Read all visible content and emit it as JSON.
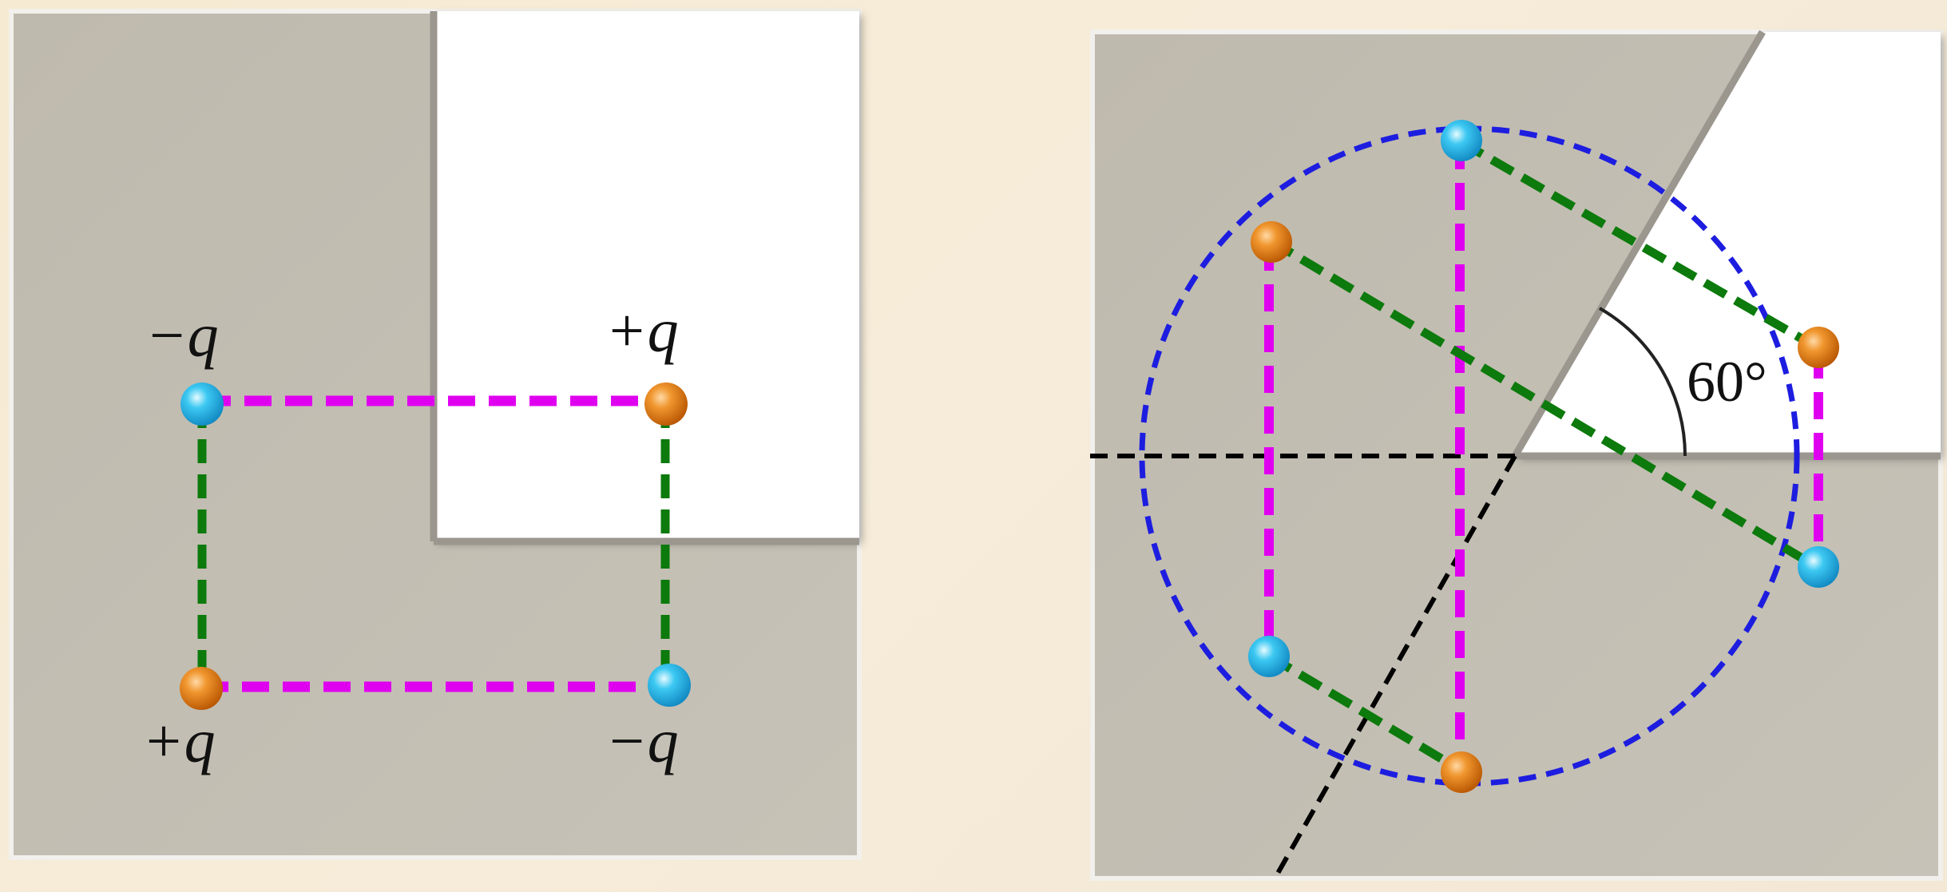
{
  "colors": {
    "background": "#f6ecd9",
    "grounded_plate": "#c2bdb1",
    "open_region": "#ffffff",
    "positive_charge": "#e07a10",
    "negative_charge": "#29b6e8",
    "magenta_link": "#e000f0",
    "green_link": "#0c7a0c",
    "circle": "#1d1de0",
    "axis_line": "#000000"
  },
  "left_panel": {
    "description_free": true,
    "charges": [
      {
        "id": "top-left",
        "sign": "negative",
        "label": "−q"
      },
      {
        "id": "top-right",
        "sign": "positive",
        "label": "+q"
      },
      {
        "id": "bottom-left",
        "sign": "positive",
        "label": "+q"
      },
      {
        "id": "bottom-right",
        "sign": "negative",
        "label": "−q"
      }
    ]
  },
  "right_panel": {
    "angle_label": "60°",
    "charges": [
      {
        "id": "c1",
        "sign": "negative"
      },
      {
        "id": "c2",
        "sign": "positive"
      },
      {
        "id": "c3",
        "sign": "positive"
      },
      {
        "id": "c4",
        "sign": "negative"
      },
      {
        "id": "c5",
        "sign": "negative"
      },
      {
        "id": "c6",
        "sign": "positive"
      }
    ]
  }
}
